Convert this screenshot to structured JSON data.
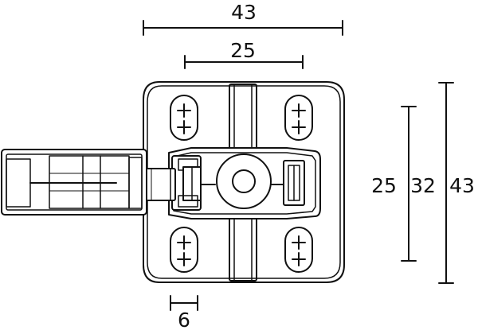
{
  "dimensions": {
    "top_width": "43",
    "inner_width": "25",
    "bottom_width": "6",
    "height_inner": "25",
    "height_mid": "32",
    "height_outer": "43"
  },
  "colors": {
    "stroke": "#111111",
    "fill": "#ffffff"
  }
}
